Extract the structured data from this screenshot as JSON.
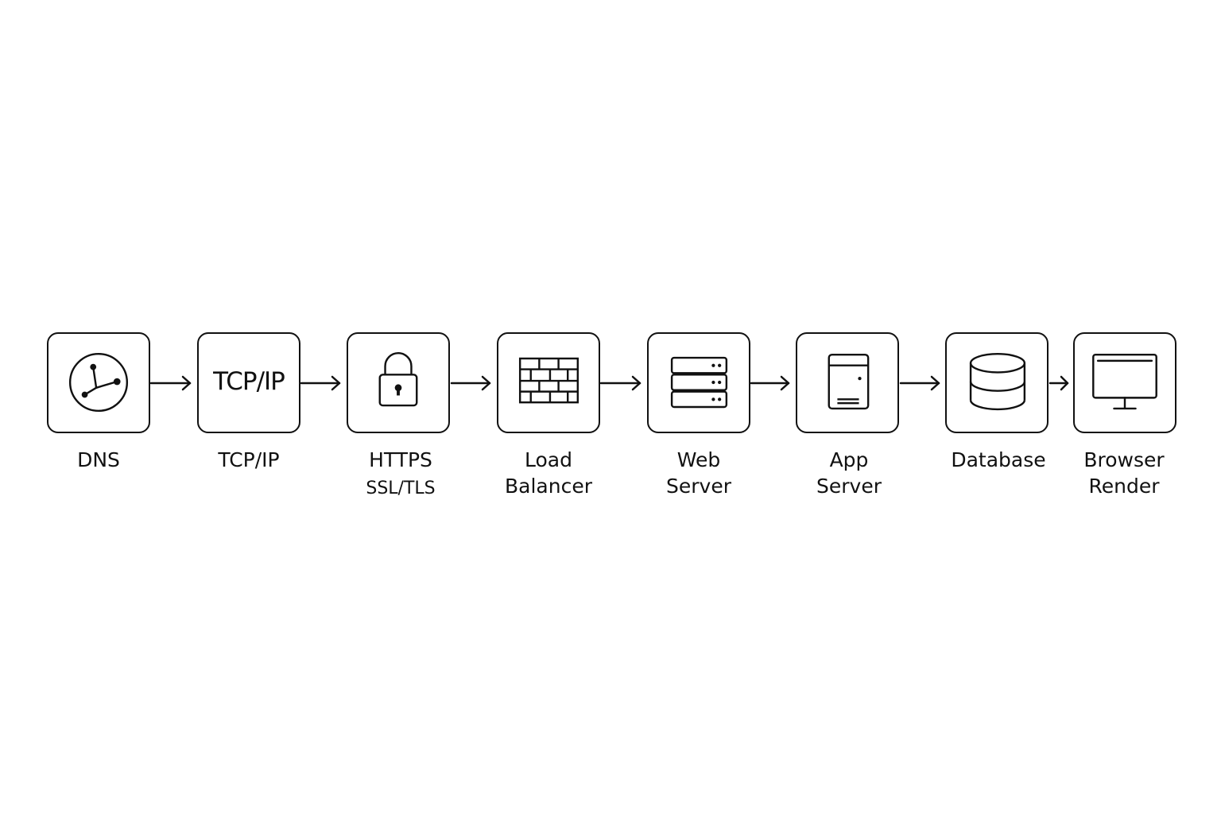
{
  "nodes": [
    {
      "id": "dns",
      "label_lines": [
        "DNS"
      ],
      "icon": "globe-network-icon"
    },
    {
      "id": "tcpip",
      "label_lines": [
        "TCP/IP"
      ],
      "icon_text": "TCP/IP"
    },
    {
      "id": "https",
      "label_lines": [
        "HTTPS"
      ],
      "sublabel": "SSL/TLS",
      "icon": "lock-icon"
    },
    {
      "id": "load-balancer",
      "label_lines": [
        "Load",
        "Balancer"
      ],
      "icon": "brick-wall-icon"
    },
    {
      "id": "web-server",
      "label_lines": [
        "Web",
        "Server"
      ],
      "icon": "server-stack-icon"
    },
    {
      "id": "app-server",
      "label_lines": [
        "App",
        "Server"
      ],
      "icon": "server-tower-icon"
    },
    {
      "id": "database",
      "label_lines": [
        "Database"
      ],
      "icon": "database-cylinder-icon"
    },
    {
      "id": "browser-render",
      "label_lines": [
        "Browser",
        "Render"
      ],
      "icon": "monitor-icon"
    }
  ],
  "edges": [
    {
      "from": "dns",
      "to": "tcpip"
    },
    {
      "from": "tcpip",
      "to": "https"
    },
    {
      "from": "https",
      "to": "load-balancer"
    },
    {
      "from": "load-balancer",
      "to": "web-server"
    },
    {
      "from": "web-server",
      "to": "app-server"
    },
    {
      "from": "app-server",
      "to": "database"
    },
    {
      "from": "database",
      "to": "browser-render"
    }
  ]
}
